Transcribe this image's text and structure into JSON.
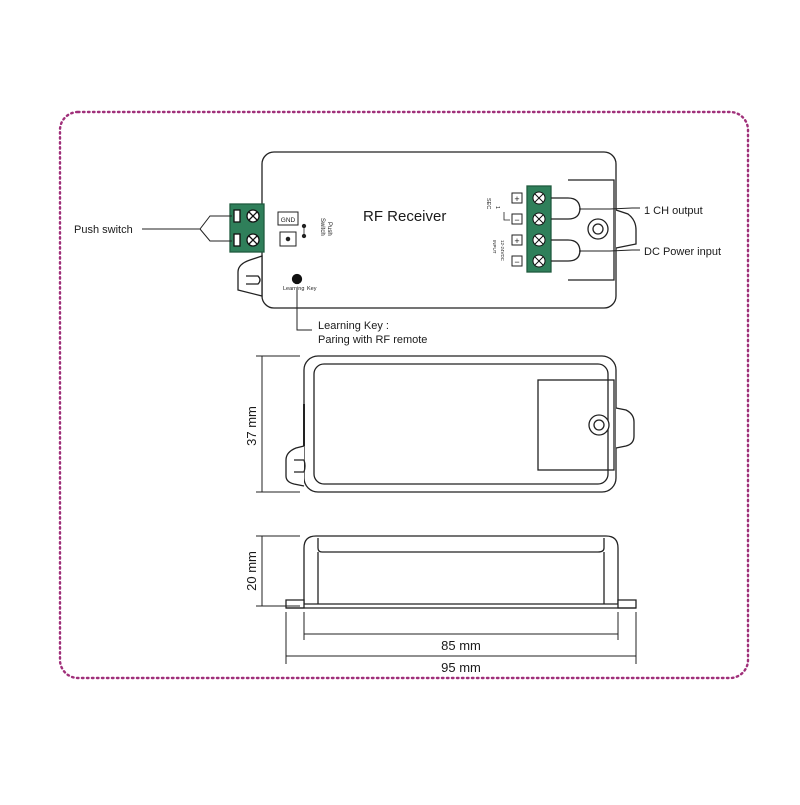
{
  "device": {
    "title": "RF Receiver",
    "gnd_label": "GND",
    "push_label_1": "Push",
    "push_label_2": "Switch",
    "sec_label_1": "SEC",
    "sec_label_2": "1",
    "input_label_1": "INPUT",
    "input_label_2": "12-24VDC",
    "plus": "+",
    "minus": "−",
    "learning_small_1": "Learning",
    "learning_small_2": "Key"
  },
  "callouts": {
    "push_switch": "Push switch",
    "ch_output": "1 CH output",
    "dc_power": "DC Power input",
    "learning_key_1": "Learning Key :",
    "learning_key_2": "Paring with RF remote"
  },
  "dimensions": {
    "height_top": "37 mm",
    "height_side": "20 mm",
    "inner_length": "85 mm",
    "outer_length": "95 mm"
  },
  "colors": {
    "border": "#a0307a",
    "terminal": "#2f7f5a",
    "line": "#222222"
  }
}
